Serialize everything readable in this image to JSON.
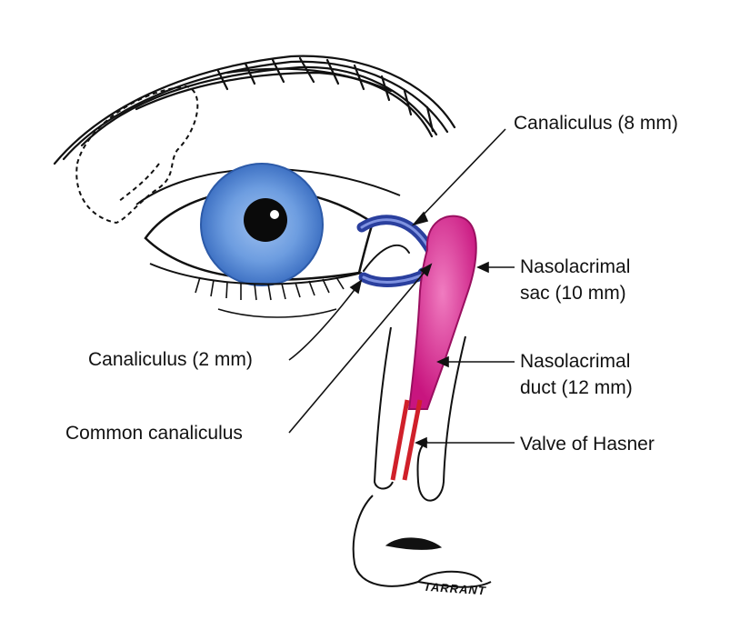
{
  "labels": {
    "canaliculus_8": "Canaliculus (8 mm)",
    "sac_line1": "Nasolacrimal",
    "sac_line2": "sac (10 mm)",
    "duct_line1": "Nasolacrimal",
    "duct_line2": "duct (12 mm)",
    "valve": "Valve of Hasner",
    "canaliculus_2": "Canaliculus (2 mm)",
    "common": "Common canaliculus"
  },
  "signature": "TARRANT",
  "colors": {
    "iris": "#5b8fd6",
    "pupil": "#0a0a0a",
    "canaliculus": "#2a3f9e",
    "sac": "#c8157f",
    "duct_valve": "#d0202a",
    "line": "#111111"
  }
}
